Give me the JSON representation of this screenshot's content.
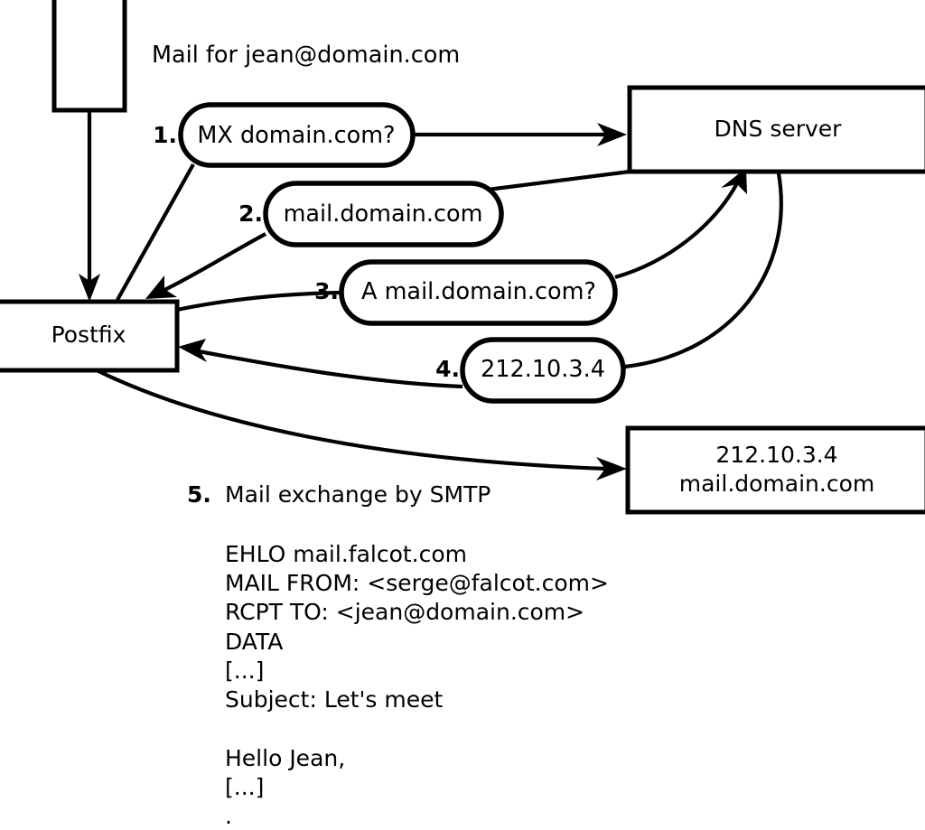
{
  "diagram": {
    "title": "Mail for jean@domain.com",
    "nodes": [
      {
        "id": "client",
        "label": ""
      },
      {
        "id": "postfix",
        "label": "Postfix"
      },
      {
        "id": "dns",
        "label": "DNS server"
      },
      {
        "id": "mailserver",
        "label_line1": "212.10.3.4",
        "label_line2": "mail.domain.com"
      }
    ],
    "steps": [
      {
        "number": "1.",
        "label": "MX domain.com?"
      },
      {
        "number": "2.",
        "label": "mail.domain.com"
      },
      {
        "number": "3.",
        "label": "A mail.domain.com?"
      },
      {
        "number": "4.",
        "label": "212.10.3.4"
      },
      {
        "number": "5.",
        "label": "Mail exchange by SMTP"
      }
    ],
    "smtp_transcript": [
      "EHLO mail.falcot.com",
      "MAIL FROM: <serge@falcot.com>",
      "RCPT TO: <jean@domain.com>",
      "DATA",
      "[...]",
      "Subject: Let's meet",
      "",
      "Hello Jean,",
      "[...]",
      "."
    ],
    "colors": {
      "stroke": "#000000",
      "fill": "#ffffff"
    }
  }
}
